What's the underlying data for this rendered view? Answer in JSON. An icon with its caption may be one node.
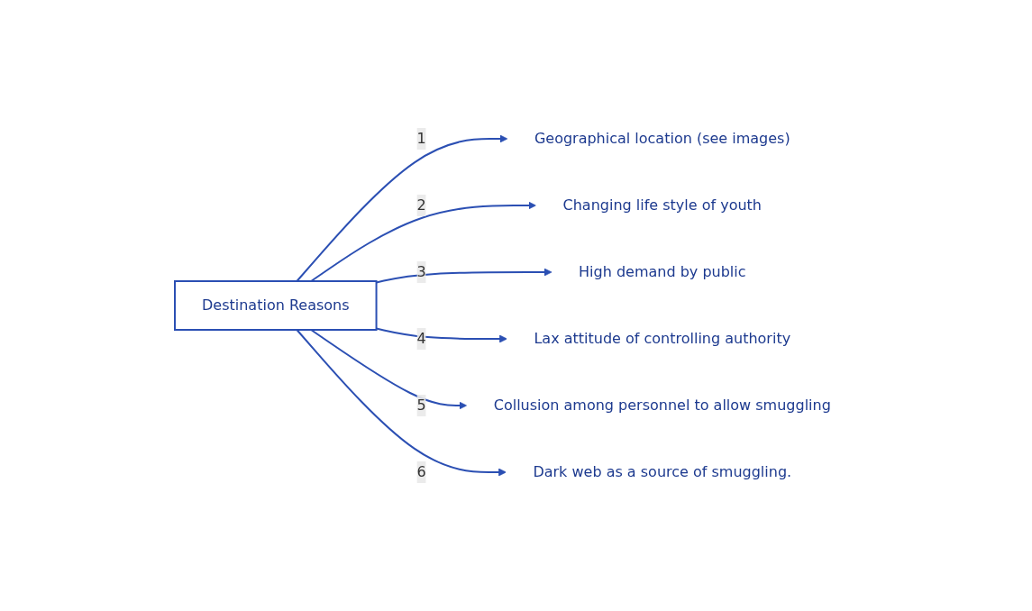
{
  "diagram": {
    "nodes": [
      {
        "text": [
          "Destination Reasons"
        ]
      },
      {
        "text": [
          "Geographical location (see images)"
        ]
      },
      {
        "text": [
          "Changing life style of youth"
        ]
      },
      {
        "text": [
          "High demand by public"
        ]
      },
      {
        "text": [
          "Lax attitude of controlling authority"
        ]
      },
      {
        "text": [
          "Collusion among personnel to allow smuggling"
        ]
      },
      {
        "text": [
          "Dark web as a source of smuggling."
        ]
      }
    ],
    "edges": [
      {
        "from": 0,
        "to": 1,
        "arrow": "to",
        "label": "1"
      },
      {
        "from": 0,
        "to": 2,
        "arrow": "to",
        "label": "2"
      },
      {
        "from": 0,
        "to": 3,
        "arrow": "to",
        "label": "3"
      },
      {
        "from": 0,
        "to": 4,
        "arrow": "to",
        "label": "4"
      },
      {
        "from": 0,
        "to": 5,
        "arrow": "to",
        "label": "5"
      },
      {
        "from": 0,
        "to": 6,
        "arrow": "to",
        "label": "6"
      }
    ]
  }
}
